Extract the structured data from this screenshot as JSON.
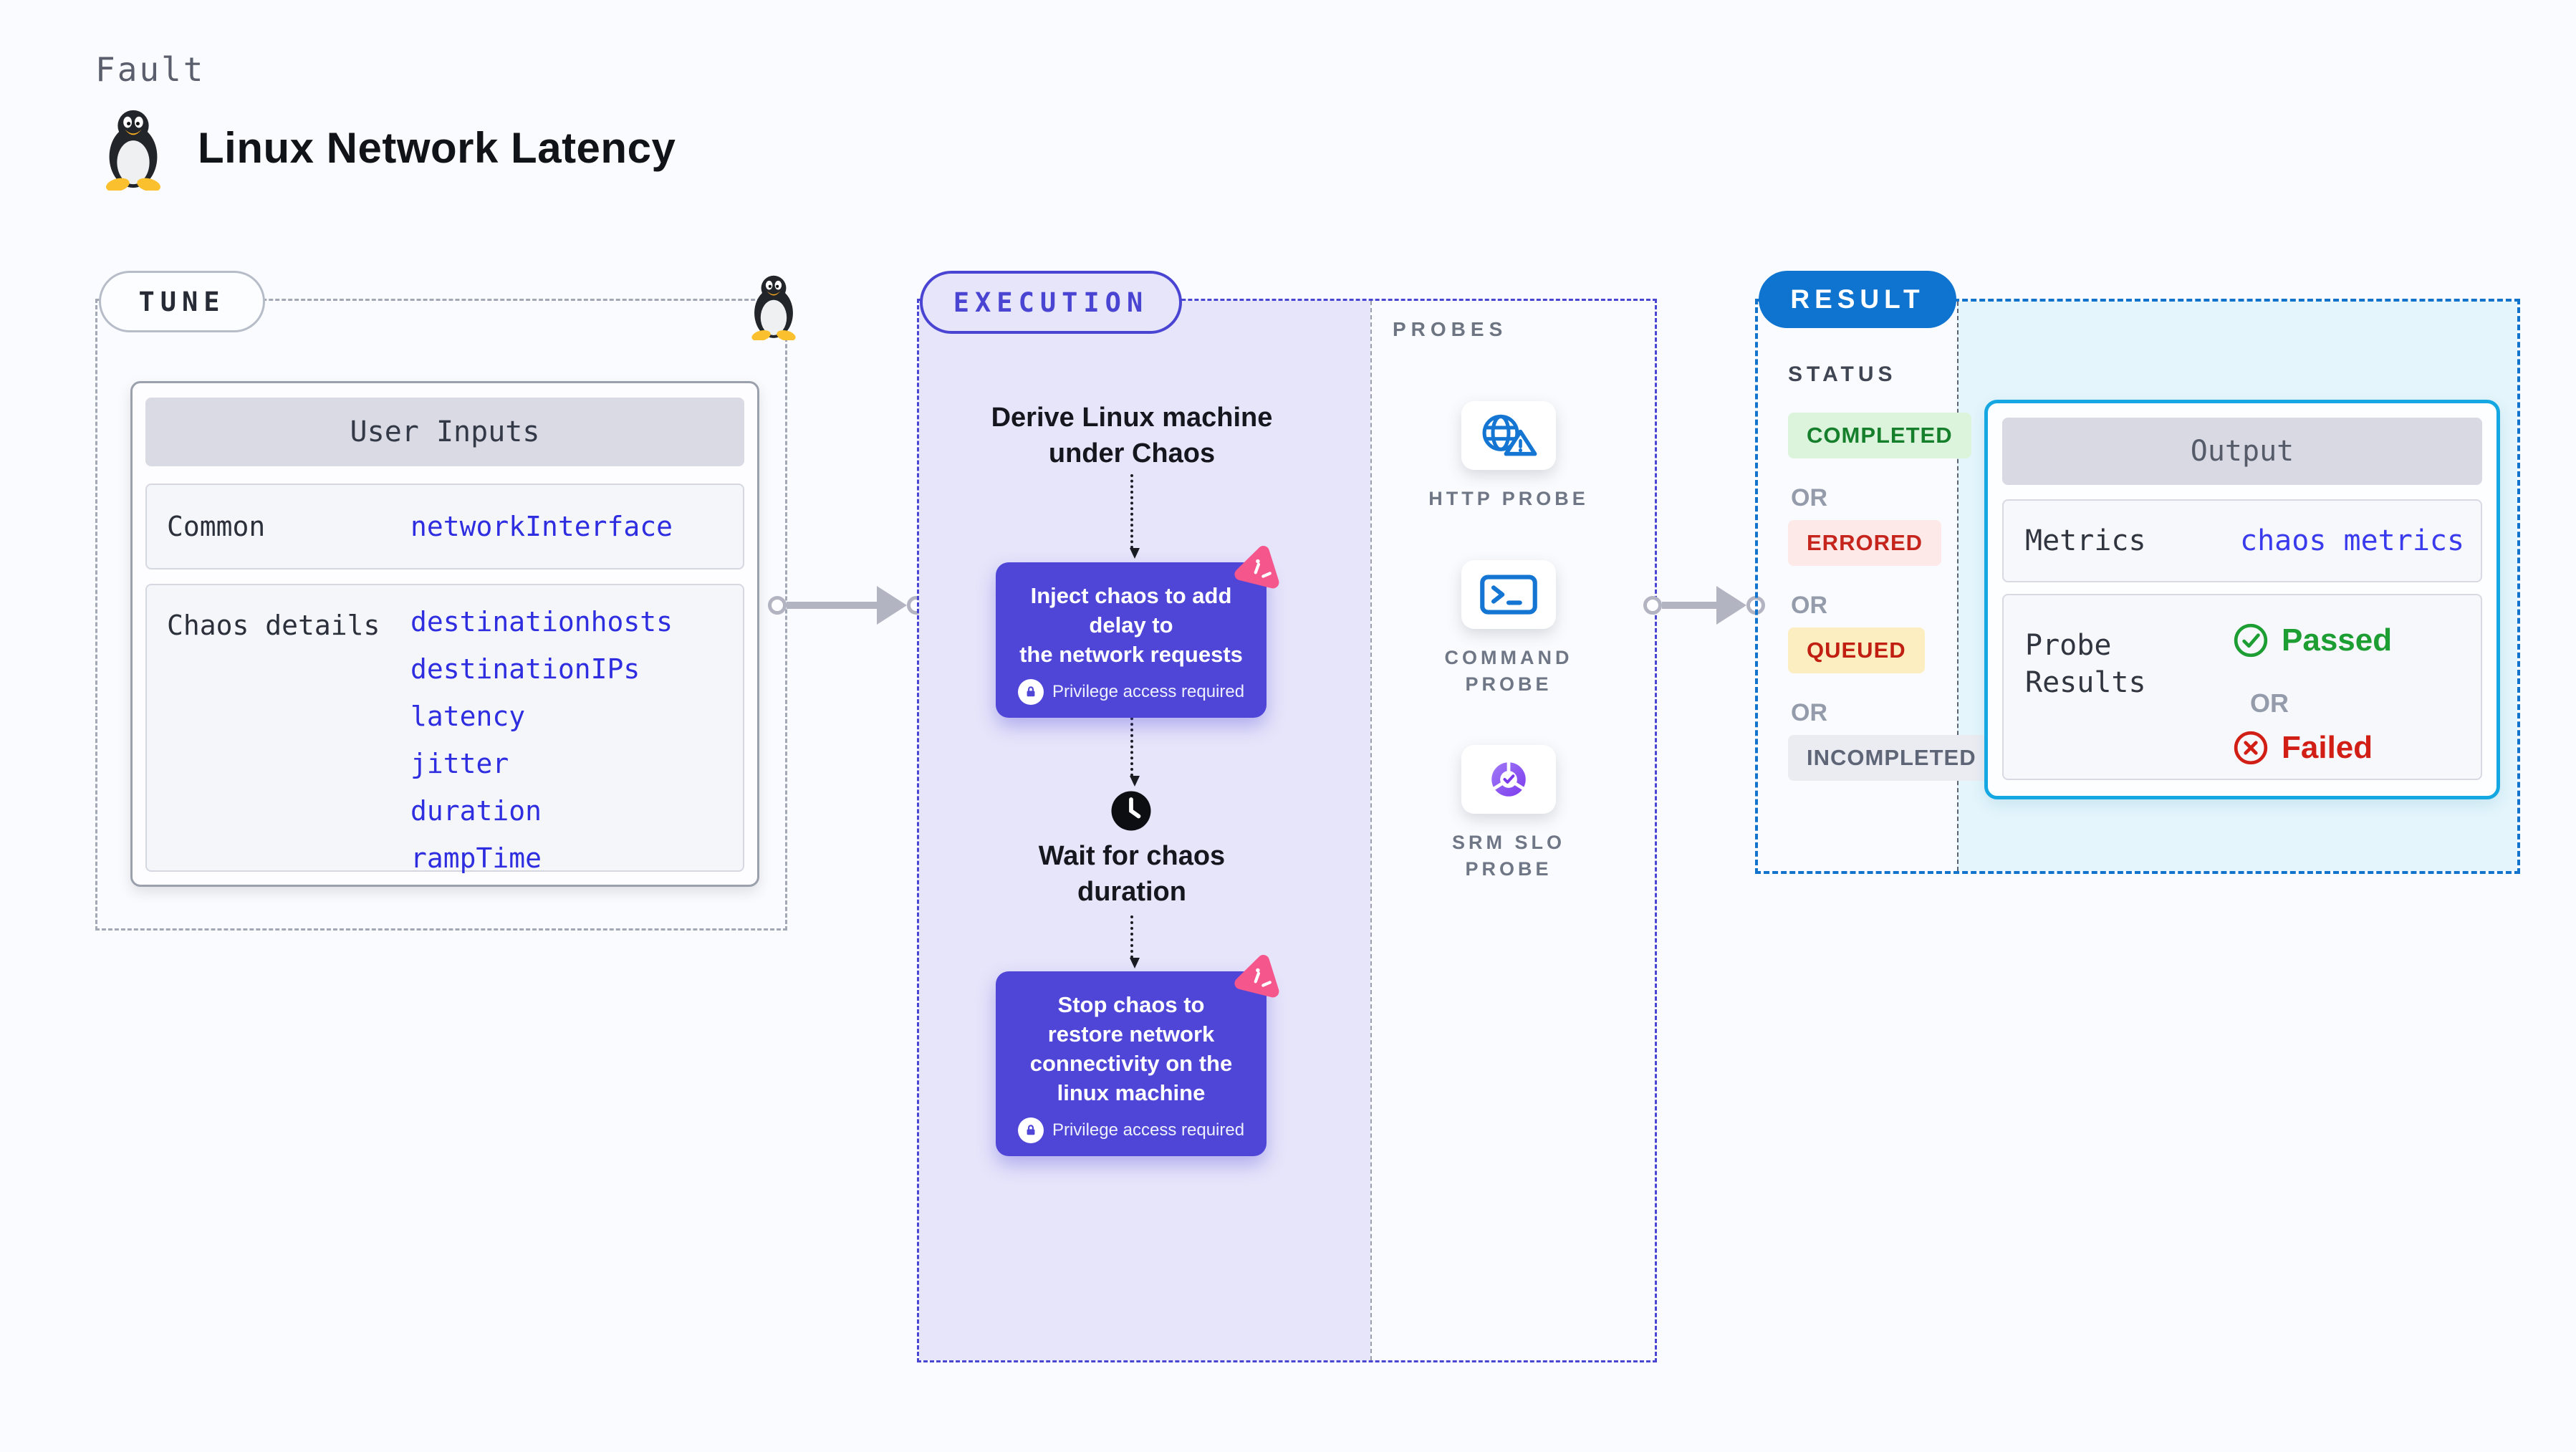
{
  "header": {
    "eyebrow": "Fault",
    "title": "Linux Network Latency"
  },
  "tune": {
    "label": "TUNE",
    "card_title": "User Inputs",
    "rows": [
      {
        "label": "Common",
        "values": [
          "networkInterface"
        ]
      },
      {
        "label": "Chaos details",
        "values": [
          "destinationhosts",
          "destinationIPs",
          "latency",
          "jitter",
          "duration",
          "rampTime"
        ]
      }
    ]
  },
  "execution": {
    "label": "EXECUTION",
    "derive_step": "Derive Linux machine\nunder Chaos",
    "inject_step": {
      "text": "Inject chaos to add delay to\nthe network requests",
      "badge": "Privilege access required"
    },
    "wait_step": "Wait for chaos\nduration",
    "stop_step": {
      "text": "Stop chaos to\nrestore network\nconnectivity on the\nlinux machine",
      "badge": "Privilege access required"
    },
    "probes": {
      "heading": "PROBES",
      "items": [
        {
          "label": "HTTP PROBE",
          "icon": "globe-alert-icon"
        },
        {
          "label": "COMMAND\nPROBE",
          "icon": "terminal-icon"
        },
        {
          "label": "SRM SLO\nPROBE",
          "icon": "slo-gauge-icon"
        }
      ]
    }
  },
  "result": {
    "label": "RESULT",
    "status": {
      "heading": "STATUS",
      "or": "OR",
      "badges": [
        {
          "label": "COMPLETED",
          "type": "success"
        },
        {
          "label": "ERRORED",
          "type": "error"
        },
        {
          "label": "QUEUED",
          "type": "warning"
        },
        {
          "label": "INCOMPLETED",
          "type": "neutral"
        }
      ]
    },
    "output": {
      "title": "Output",
      "metrics_label": "Metrics",
      "metrics_value": "chaos metrics",
      "probe_results_label": "Probe\nResults",
      "passed": "Passed",
      "or": "OR",
      "failed": "Failed"
    }
  },
  "colors": {
    "page_bg": "#fafbfe",
    "chaos_purple": "#4f46d8",
    "execution_lavender": "#e6e5fa",
    "execution_blue": "#4a44d2",
    "result_blue": "#0f74cf",
    "output_border_cyan": "#15a7e1",
    "output_panel_cyan": "#e4f5fb",
    "value_blue": "#2e2ee0",
    "litmus_pink": "#f5568c",
    "passed_green": "#1d9e33",
    "failed_red": "#d21f16",
    "probe_icon_blue": "#1476d2"
  }
}
